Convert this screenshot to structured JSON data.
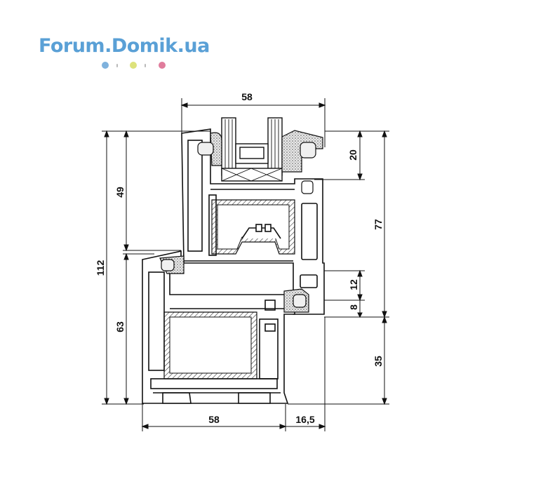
{
  "logo": {
    "text": "Forum.Domik.ua",
    "color": "#5aa0d6",
    "dot_colors": [
      "#7fb2dd",
      "#dde27b",
      "#e07c9c"
    ]
  },
  "dimensions": {
    "top_width": "58",
    "glazing_bead": "20",
    "sash_height": "49",
    "total_height": "112",
    "frame_height": "63",
    "right_upper": "77",
    "rebate": "12",
    "overlap": "8",
    "right_lower": "35",
    "bottom_width": "58",
    "bottom_offset": "16,5"
  }
}
